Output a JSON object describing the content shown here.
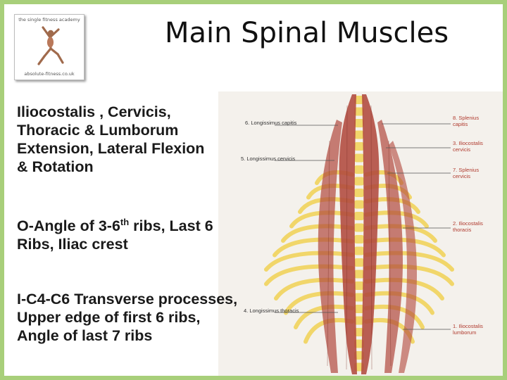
{
  "slide": {
    "title": "Main Spinal Muscles",
    "logo": {
      "top_text": "the single fitness academy",
      "bottom_text": "absolute-fitness.co.uk"
    },
    "blocks": [
      {
        "lines": [
          "Iliocostalis , Cervicis,",
          "Thoracic & Lumborum",
          "Extension, Lateral Flexion",
          "& Rotation"
        ]
      }
    ],
    "origin": {
      "line1_prefix": "O-Angle of 3-6",
      "line1_sup": "th",
      "line1_suffix": " ribs, Last 6",
      "line2": "Ribs, Iliac crest"
    },
    "insertion": {
      "lines": [
        "I-C4-C6 Transverse processes,",
        "Upper edge of first 6 ribs,",
        "Angle of last 7 ribs"
      ]
    }
  },
  "figure": {
    "labels": {
      "longissimus_capitis": "6. Longissimus capitis",
      "longissimus_cervicis": "5. Longissimus cervicis",
      "longissimus_thoracis": "4. Longissimus thoracis",
      "splenius_capitis": [
        "8. Splenius",
        "capitis"
      ],
      "iliocostalis_cervicis": [
        "3. Iliocostalis",
        "cervicis"
      ],
      "splenius_cervicis": [
        "7. Splenius",
        "cervicis"
      ],
      "iliocostalis_thoracis": [
        "2. Iliocostalis",
        "thoracis"
      ],
      "iliocostalis_lumborum": [
        "1. Iliocostalis",
        "lumborum"
      ]
    }
  },
  "colors": {
    "border": "#a8cf7a",
    "bone": "#f1d66a",
    "muscle": "#b24a3e",
    "label_red": "#b03a2e"
  }
}
